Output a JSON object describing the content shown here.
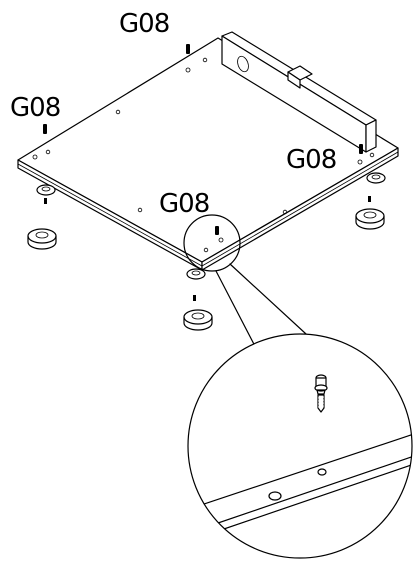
{
  "diagram": {
    "callouts": [
      {
        "id": "top",
        "text": "G08"
      },
      {
        "id": "left",
        "text": "G08"
      },
      {
        "id": "right",
        "text": "G08"
      },
      {
        "id": "front",
        "text": "G08"
      }
    ]
  }
}
